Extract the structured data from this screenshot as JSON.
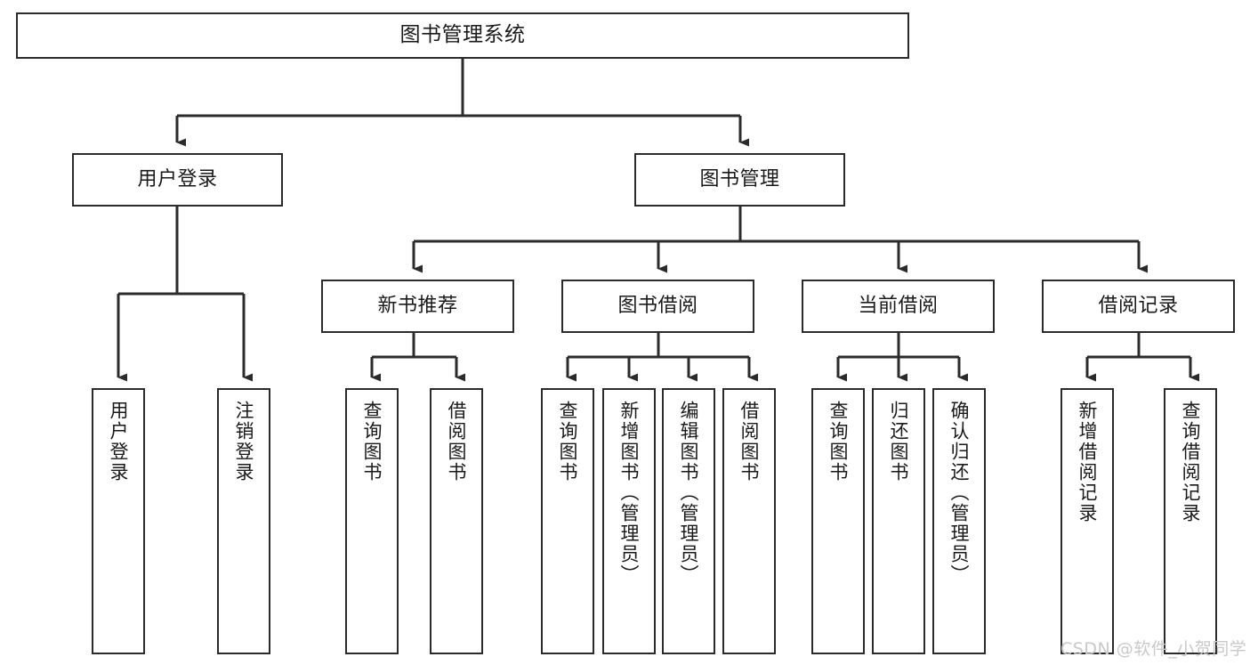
{
  "diagram": {
    "title": "图书管理系统",
    "type": "tree-hierarchy-diagram",
    "colors": {
      "box_border": "#2b2b2b",
      "box_fill": "#ffffff",
      "edge": "#2b2b2b",
      "text": "#1a1a1a",
      "watermark": "#c9c9c9"
    },
    "nodes": {
      "root": {
        "label": "图书管理系统"
      },
      "level2": [
        {
          "label": "用户登录"
        },
        {
          "label": "图书管理"
        }
      ],
      "level3": [
        {
          "label": "新书推荐"
        },
        {
          "label": "图书借阅"
        },
        {
          "label": "当前借阅"
        },
        {
          "label": "借阅记录"
        }
      ],
      "leaves_user_login": [
        {
          "label": "用户登录"
        },
        {
          "label": "注销登录"
        }
      ],
      "leaves_new_book": [
        {
          "label": "查询图书"
        },
        {
          "label": "借阅图书"
        }
      ],
      "leaves_borrow": [
        {
          "label": "查询图书"
        },
        {
          "label": "新增图书（管理员）"
        },
        {
          "label": "编辑图书（管理员）"
        },
        {
          "label": "借阅图书"
        }
      ],
      "leaves_current": [
        {
          "label": "查询图书"
        },
        {
          "label": "归还图书"
        },
        {
          "label": "确认归还（管理员）"
        }
      ],
      "leaves_records": [
        {
          "label": "新增借阅记录"
        },
        {
          "label": "查询借阅记录"
        }
      ]
    },
    "watermark": "CSDN @软件_小贺同学"
  }
}
